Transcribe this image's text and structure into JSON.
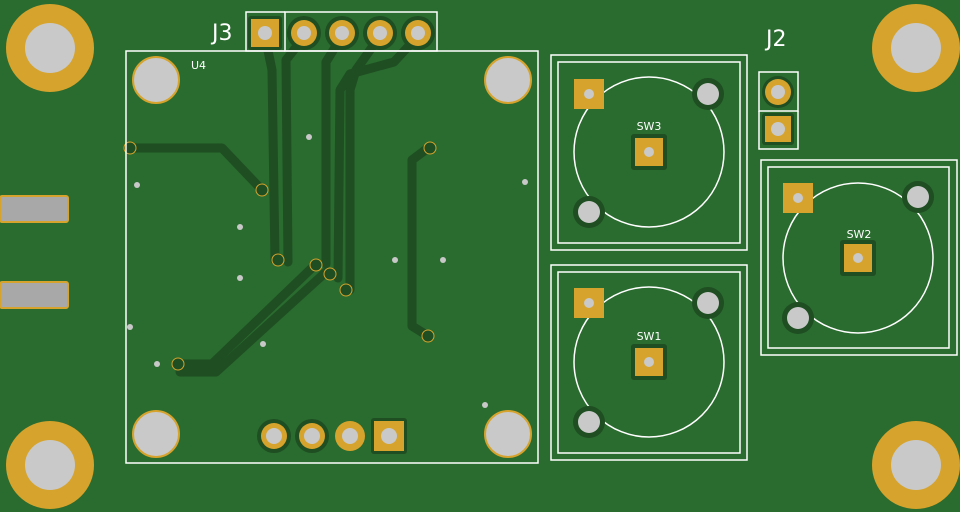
{
  "board": {
    "colors": {
      "substrate": "#2a6b2f",
      "trace": "#1e4e22",
      "copper": "#d6a32c",
      "silkscreen": "#ffffff",
      "drill": "#c8c8c8",
      "mounting_hole": "#c9c9c9",
      "mounting_ring": "#d6a32c",
      "edge_connector": "#a8a8a8"
    },
    "labels": {
      "j3": "J3",
      "j2": "J2",
      "u4": "U4",
      "sw1": "SW1",
      "sw2": "SW2",
      "sw3": "SW3"
    }
  }
}
